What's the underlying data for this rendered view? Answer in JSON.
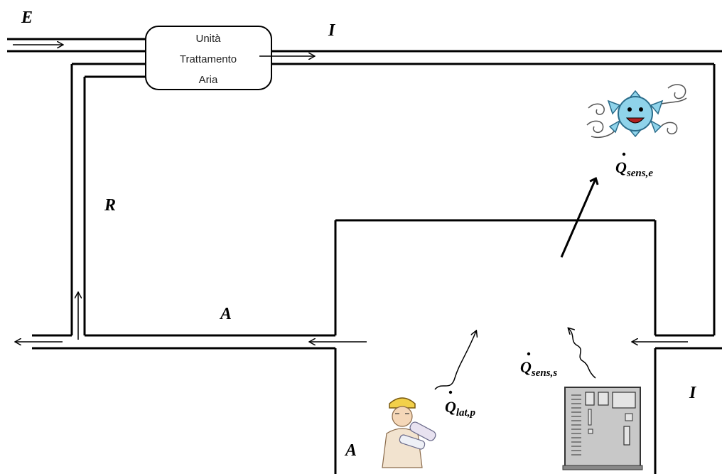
{
  "labels": {
    "E": "E",
    "I_top": "I",
    "R": "R",
    "A_mid": "A",
    "A_bottom": "A",
    "I_right": "I"
  },
  "uta": {
    "line1": "Unità",
    "line2": "Trattamento",
    "line3": "Aria"
  },
  "heat": {
    "q_symbol": "Q",
    "sens_e": "sens,e",
    "lat_p": "lat,p",
    "sens_s": "sens,s"
  },
  "icons": [
    "snowflake-character-icon",
    "worker-with-blueprints-icon",
    "electrical-cabinet-icon"
  ]
}
